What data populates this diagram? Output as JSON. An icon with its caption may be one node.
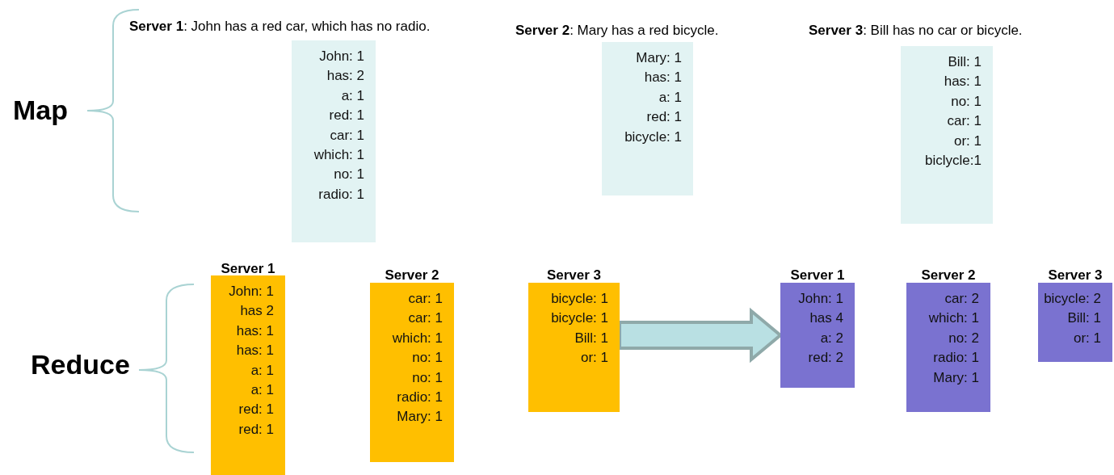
{
  "diagram": {
    "nodes": [
      {
        "text": [
          "**Server 1**: John has a red car, which has no radio.",
          "John: 1",
          "has: 2",
          "a: 1",
          "red: 1",
          "car: 1",
          "which: 1",
          "no: 1",
          "radio: 1"
        ]
      },
      {
        "text": [
          "**Server 2**: Mary has a red bicycle.",
          "Mary: 1",
          "has: 1",
          "a: 1",
          "red: 1",
          "bicycle: 1"
        ]
      },
      {
        "text": [
          "**Server 3**: Bill has no car or bicycle.",
          "Bill: 1",
          "has: 1",
          "no: 1",
          "car: 1",
          "or: 1",
          "biclycle:1"
        ]
      },
      {
        "text": [
          "Server 1",
          "John: 1",
          "has 2",
          "has: 1",
          "has: 1",
          "a: 1",
          "a: 1",
          "red: 1",
          "red: 1"
        ]
      },
      {
        "text": [
          "Server 2",
          "car: 1",
          "car: 1",
          "which: 1",
          "no: 1",
          "no: 1",
          "radio: 1",
          "Mary: 1"
        ]
      },
      {
        "text": [
          "Server 3",
          "bicycle: 1",
          "bicycle: 1",
          "Bill: 1",
          "or: 1"
        ]
      },
      {
        "text": [
          "Server 1",
          "John: 1",
          "has 4",
          "a: 2",
          "red: 2"
        ]
      },
      {
        "text": [
          "Server 2",
          "car: 2",
          "which: 1",
          "no: 2",
          "radio: 1",
          "Mary: 1"
        ]
      },
      {
        "text": [
          "Server 3",
          "bicycle: 2",
          "Bill: 1",
          "or: 1"
        ]
      }
    ],
    "edges": [
      {
        "from": 5,
        "to": 6,
        "arrow": "to"
      }
    ],
    "labels": [
      "Map",
      "Reduce"
    ]
  }
}
